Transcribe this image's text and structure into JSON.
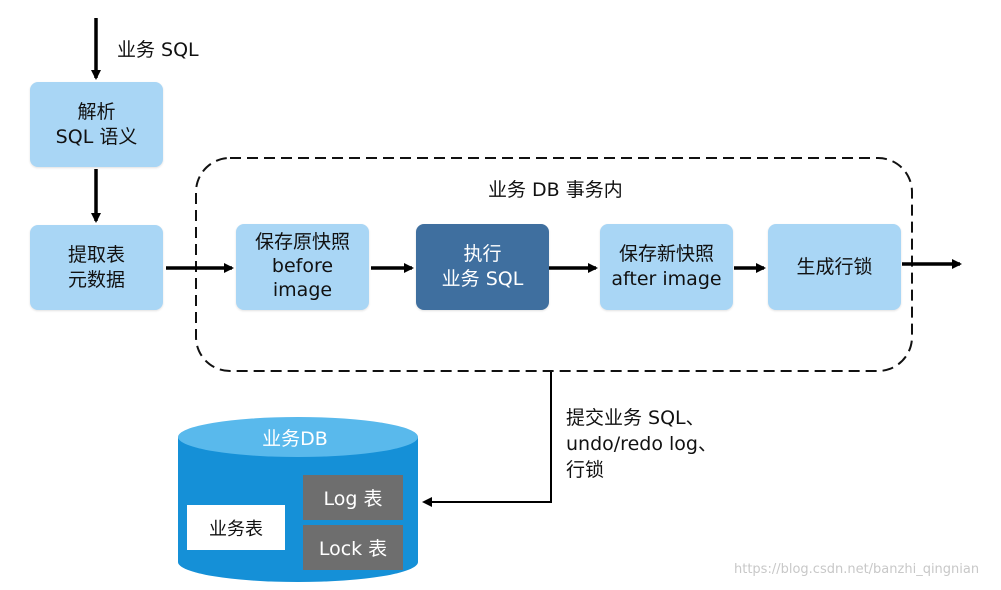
{
  "input_label": "业务 SQL",
  "nodes": {
    "parse": [
      "解析",
      "SQL 语义"
    ],
    "extract_metadata": [
      "提取表",
      "元数据"
    ],
    "before_image": [
      "保存原快照",
      "before",
      "image"
    ],
    "execute": [
      "执行",
      "业务 SQL"
    ],
    "after_image": [
      "保存新快照",
      "after image"
    ],
    "row_lock": [
      "生成行锁"
    ]
  },
  "transaction_label": "业务 DB 事务内",
  "commit_label": [
    "提交业务 SQL、",
    "undo/redo log、",
    "行锁"
  ],
  "database": {
    "name": "业务DB",
    "tables": {
      "business": "业务表",
      "log": "Log 表",
      "lock": "Lock 表"
    }
  },
  "watermark": "https://blog.csdn.net/banzhi_qingnian",
  "colors": {
    "node_fill": "#a9d6f5",
    "execute_fill": "#3f6f9f",
    "cylinder_fill": "#1590d7",
    "cylinder_top": "#59b9ec",
    "table_gray": "#6e6e6e"
  }
}
